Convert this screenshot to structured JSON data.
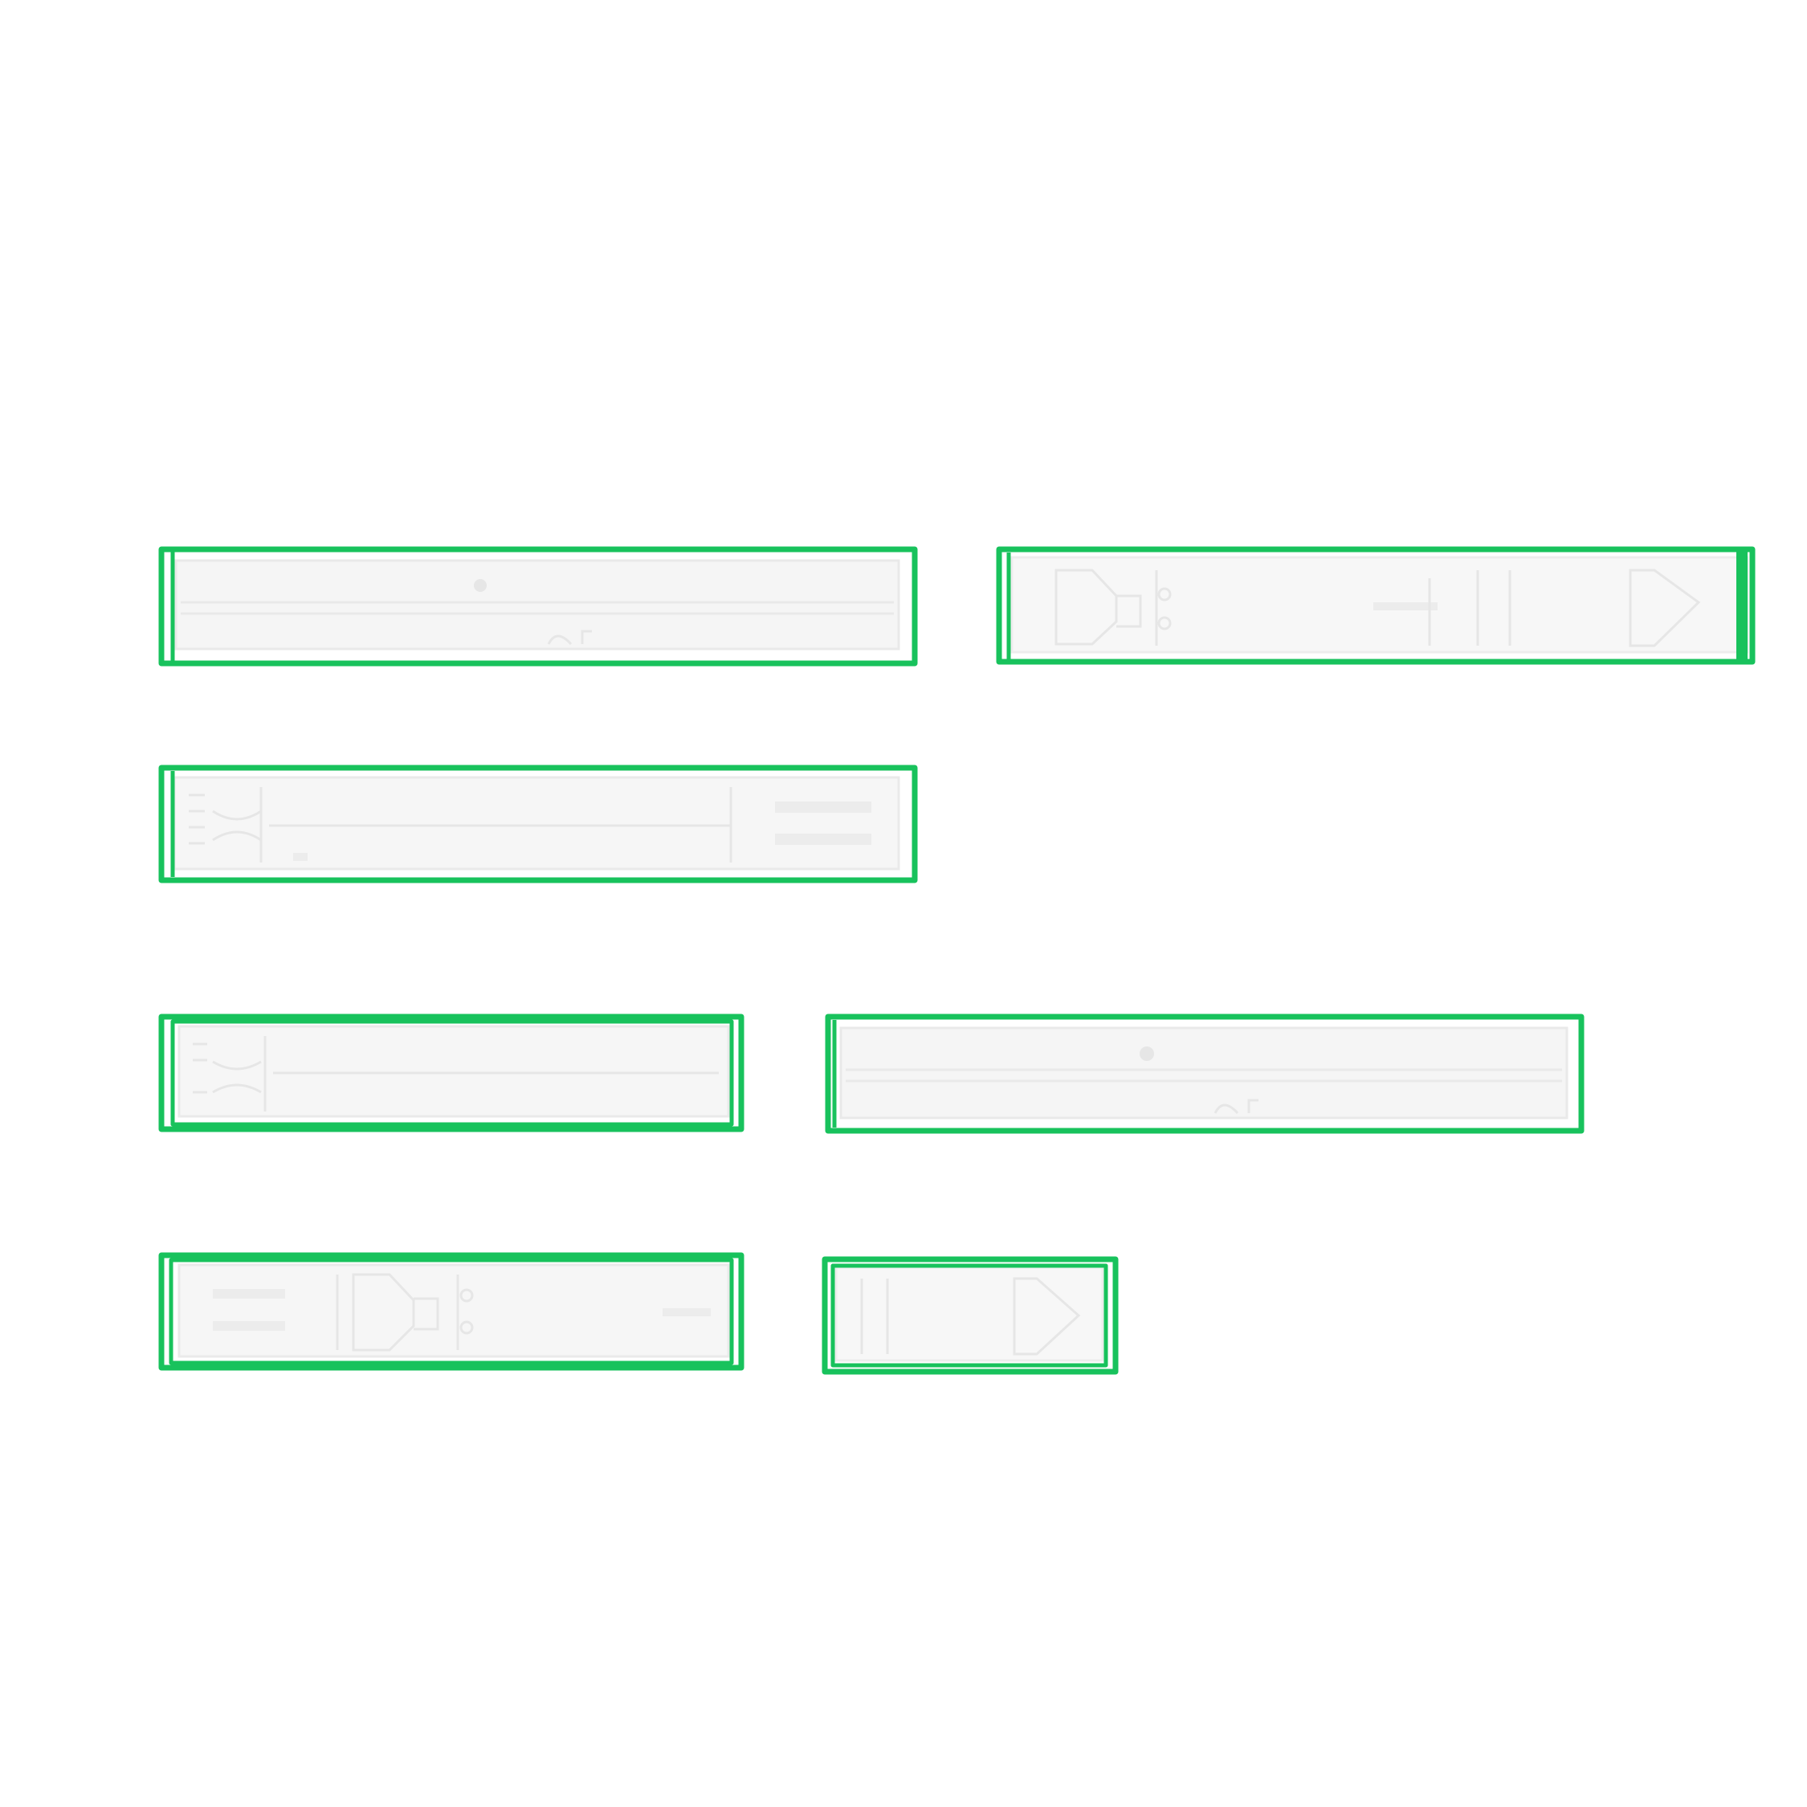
{
  "colors": {
    "frame": "#18c25c",
    "panel": "#f5f5f5",
    "part_line": "#e6e6e6",
    "part_fill": "#ececec",
    "background": "#ffffff"
  },
  "segments": [
    {
      "id": "segment-1",
      "kind": "mid-section"
    },
    {
      "id": "segment-2",
      "kind": "nose-and-engine"
    },
    {
      "id": "segment-3",
      "kind": "interstage"
    },
    {
      "id": "segment-4",
      "kind": "engine-section"
    },
    {
      "id": "segment-5",
      "kind": "mid-section"
    },
    {
      "id": "segment-6",
      "kind": "engine-and-tank"
    },
    {
      "id": "segment-7",
      "kind": "nose-cone"
    }
  ]
}
